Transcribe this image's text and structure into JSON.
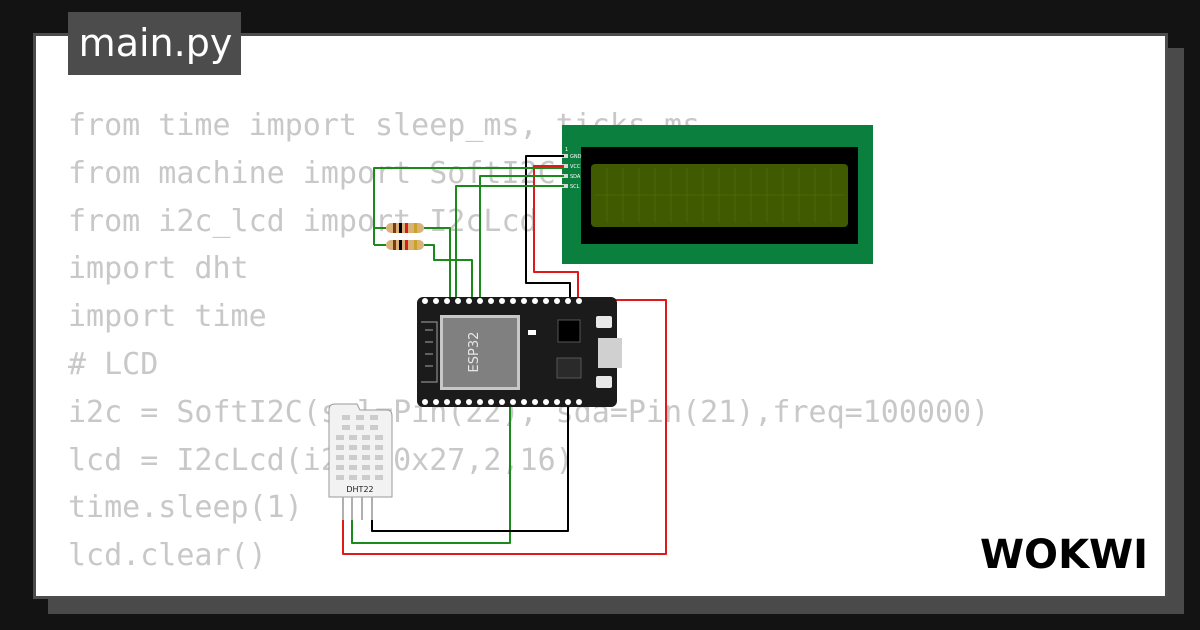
{
  "file_tab": {
    "label": "main.py"
  },
  "code_lines": [
    "from time import sleep_ms, ticks_ms",
    "from machine import SoftI2C",
    "from i2c_lcd import I2cLcd",
    "import dht",
    "import time",
    "# LCD",
    "i2c = SoftI2C(scl=Pin(22), sda=Pin(21),freq=100000)",
    "lcd = I2cLcd(i2c, 0x27,2,16)",
    "time.sleep(1)",
    "lcd.clear()"
  ],
  "diagram": {
    "lcd_pins": [
      "GND",
      "VCC",
      "SDA",
      "SCL"
    ],
    "lcd_pin_one": "1",
    "esp32_label": "ESP32",
    "sensor_label": "DHT22"
  },
  "brand": {
    "logo_text": "WOKWI"
  },
  "colors": {
    "background": "#131313",
    "card": "#ffffff",
    "tab": "#4c4c4c",
    "code_text": "#c8c8c8",
    "lcd_board": "#0b7f3e",
    "lcd_screen": "#3f5a00",
    "wire_green": "#1a8a1a",
    "wire_red": "#e0191b",
    "wire_black": "#000000"
  }
}
